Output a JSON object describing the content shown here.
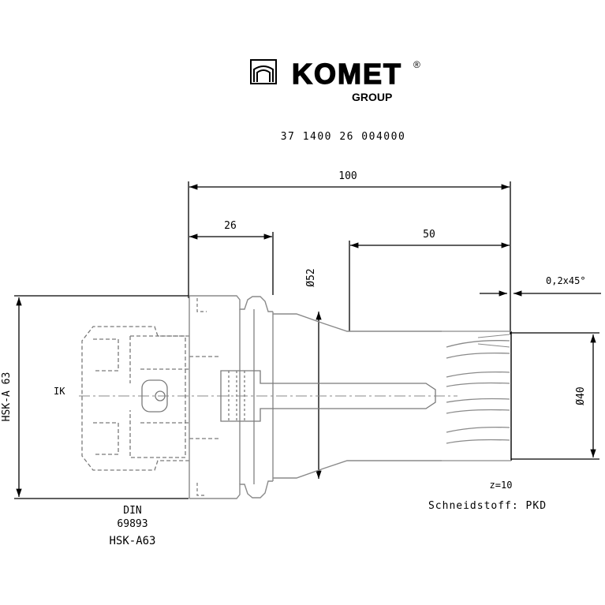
{
  "logo": {
    "brand": "KOMET",
    "registered": "®",
    "group": "GROUP"
  },
  "part_number": "37 1400 26 004000",
  "dimensions": {
    "overall_length": "100",
    "flange_length": "26",
    "cutter_length": "50",
    "body_diameter": "Ø52",
    "chamfer": "0,2x45°",
    "cutter_diameter": "Ø40",
    "shank_height": "HSK-A 63",
    "ik_label": "IK"
  },
  "specs": {
    "teeth": "z=10",
    "cutting_material": "Schneidstoff: PKD"
  },
  "standard": {
    "din_label": "DIN",
    "din_number": "69893",
    "shank_type": "HSK-A63"
  },
  "colors": {
    "line": "#000000",
    "hidden": "#7a7a7a",
    "part": "#9a9a9a"
  }
}
